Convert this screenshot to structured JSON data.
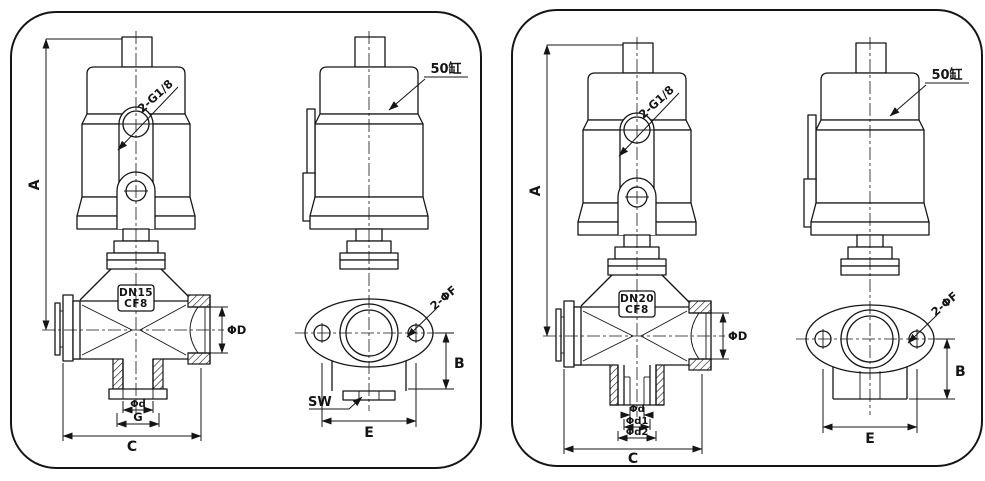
{
  "figure": {
    "background": "#ffffff",
    "line_color": "#151515"
  },
  "panels": [
    {
      "front_view": {
        "dim_a": "A",
        "air_port_label": "2-G1/8",
        "body_spec_line1": "DN15",
        "body_spec_line2": "CF8",
        "dim_outlet_diameter": "ΦD",
        "dim_bore": "Φd",
        "dim_g": "G",
        "dim_c": "C"
      },
      "side_view": {
        "cylinder_label": "50缸",
        "bolt_holes_label": "2-ΦF",
        "dim_b": "B",
        "wrench_label": "SW",
        "dim_e": "E"
      }
    },
    {
      "front_view": {
        "dim_a": "A",
        "air_port_label": "2-G1/8",
        "body_spec_line1": "DN20",
        "body_spec_line2": "CF8",
        "dim_outlet_diameter": "ΦD",
        "dim_bore": "Φd",
        "dim_bore1": "Φd1",
        "dim_bore2": "Φd2",
        "dim_c": "C"
      },
      "side_view": {
        "cylinder_label": "50缸",
        "bolt_holes_label": "2-ΦF",
        "dim_b": "B",
        "dim_e": "E"
      }
    }
  ]
}
